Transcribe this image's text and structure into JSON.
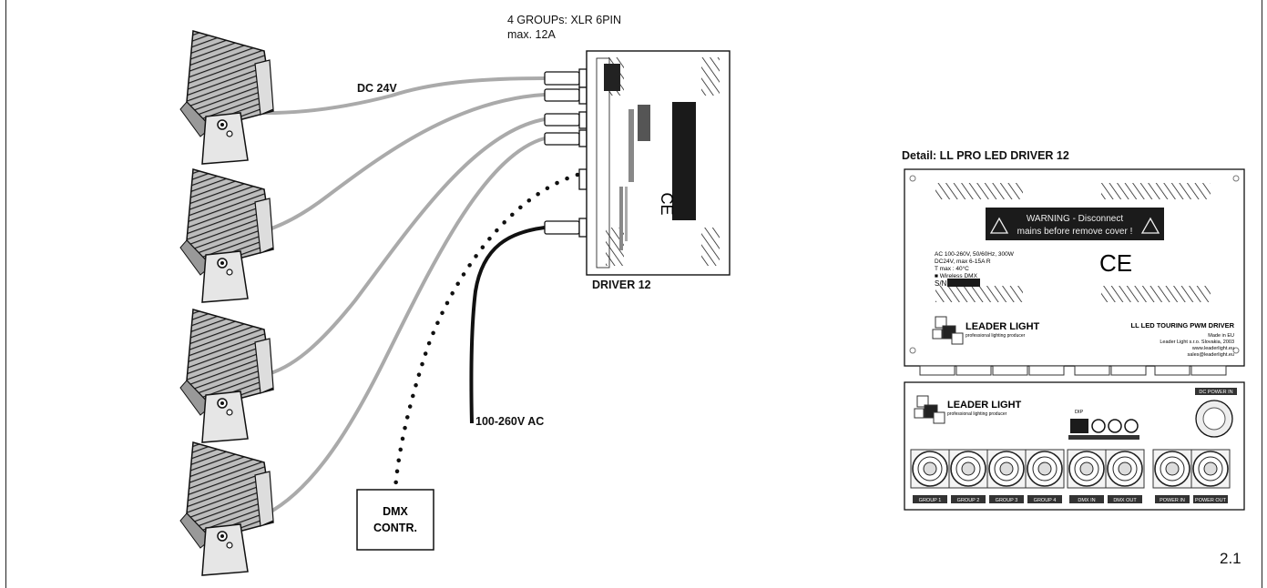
{
  "diagram": {
    "connector_note_line1": "4 GROUPs: XLR 6PIN",
    "connector_note_line2": "max. 12A",
    "dc_label": "DC 24V",
    "driver_label": "DRIVER 12",
    "ac_label": "100-260V AC",
    "dmx_line1": "DMX",
    "dmx_line2": "CONTR.",
    "detail_title": "Detail: LL PRO LED DRIVER 12",
    "page_number": "2.1"
  },
  "detail_panel": {
    "warning_line1": "WARNING - Disconnect",
    "warning_line2": "mains before remove cover !",
    "spec_line1": "AC 100-260V,  50/60Hz, 300W",
    "spec_line2": "DC24V, max 6-15A R",
    "spec_line3": "T max : 40°C",
    "spec_line4": "■ Wireless DMX",
    "sn_label": "S/N",
    "ce_mark": "CE",
    "brand_name": "LEADER LIGHT",
    "brand_tagline": "professional lighting producer",
    "product_name": "LL LED TOURING PWM DRIVER",
    "made_in": "Made in EU",
    "company": "Leader Light s.r.o. Slovakia, 2003",
    "web": "www.leaderlight.eu",
    "email": "sales@leaderlight.eu"
  },
  "connector_panel": {
    "brand_name": "LEADER LIGHT",
    "brand_tagline": "professional lighting producer",
    "top_right_label": "DC POWER IN",
    "dip_label": "DIP",
    "group_labels": [
      "GROUP 1",
      "GROUP 2",
      "GROUP 3",
      "GROUP 4",
      "DMX IN",
      "DMX OUT",
      "POWER IN",
      "POWER OUT"
    ]
  },
  "colors": {
    "cable_gray": "#aaaaaa",
    "ink": "#111111",
    "label_bar": "#333333"
  }
}
